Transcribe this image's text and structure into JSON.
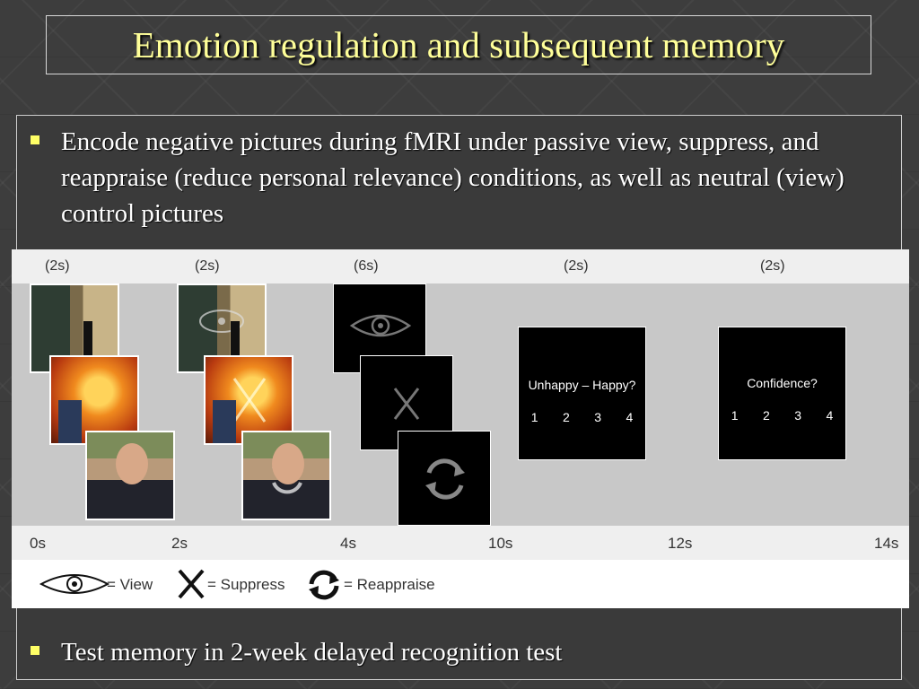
{
  "title": "Emotion regulation and subsequent memory",
  "bullets": [
    "Encode negative pictures during fMRI under passive view, suppress, and reappraise (reduce personal relevance) conditions, as well as neutral (view) control pictures",
    "Test memory in 2-week delayed recognition test"
  ],
  "figure": {
    "durations": [
      "(2s)",
      "(2s)",
      "(6s)",
      "(2s)",
      "(2s)"
    ],
    "timeline": [
      "0s",
      "2s",
      "4s",
      "10s",
      "12s",
      "14s"
    ],
    "rating_panel": {
      "question": "Unhappy – Happy?",
      "scale": [
        "1",
        "2",
        "3",
        "4"
      ]
    },
    "confidence_panel": {
      "question": "Confidence?",
      "scale": [
        "1",
        "2",
        "3",
        "4"
      ]
    },
    "legend": {
      "view": "= View",
      "suppress": "= Suppress",
      "reappraise": "= Reappraise"
    },
    "icons": [
      "eye-icon",
      "x-icon",
      "reappraise-cycle-icon"
    ],
    "colors": {
      "title": "#ffff99",
      "bullet_marker": "#ffff66",
      "figure_bg": "#c8c8c8"
    }
  }
}
